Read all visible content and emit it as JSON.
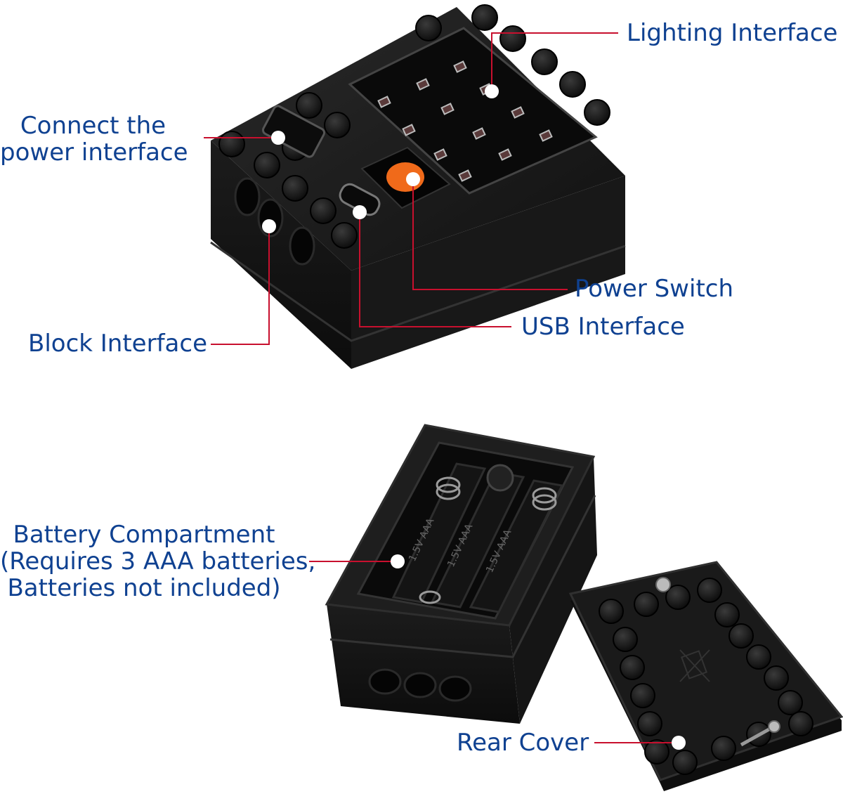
{
  "colors": {
    "label": "#0f4191",
    "leader": "#c8102e",
    "marker": "#ffffff",
    "device": "#141414",
    "switch": "#f06a1a"
  },
  "labels": {
    "lighting": "Lighting Interface",
    "connect_line1": "Connect the",
    "connect_line2": "power interface",
    "power_switch": "Power Switch",
    "usb": "USB Interface",
    "block": "Block Interface",
    "battery_line1": "Battery Compartment",
    "battery_line2": "(Requires 3 AAA batteries,",
    "battery_line3": "Batteries not included)",
    "rear_cover": "Rear Cover"
  },
  "battery_marks": [
    "1.5V AAA",
    "1.5V AAA",
    "1.5V AAA"
  ]
}
